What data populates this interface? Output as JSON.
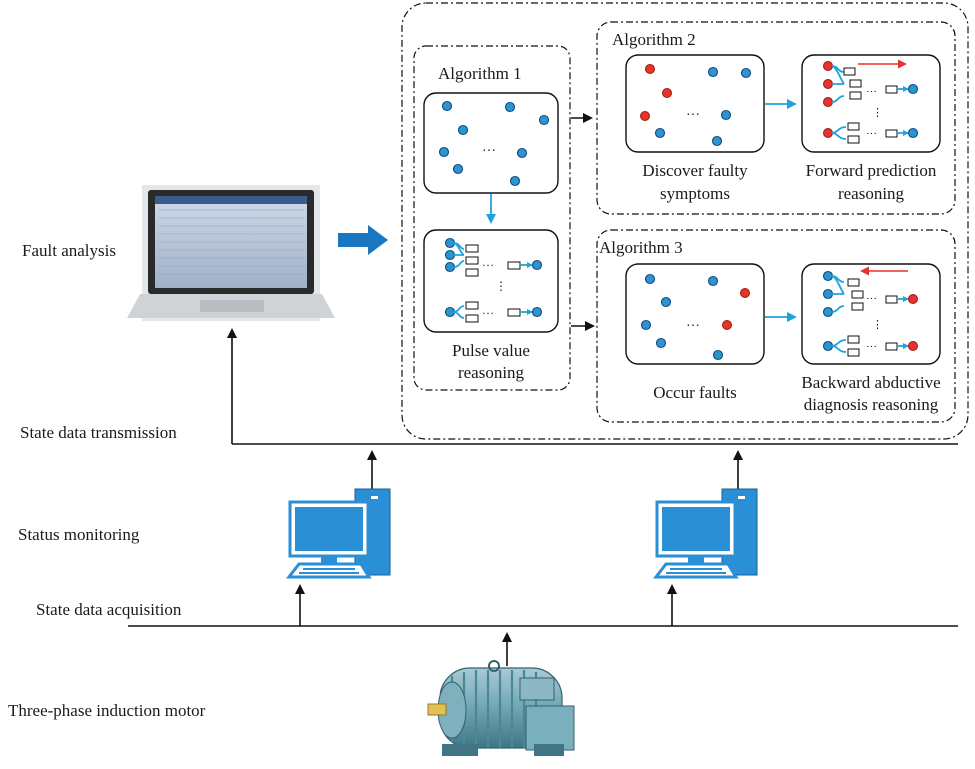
{
  "layers": {
    "fault_analysis": "Fault analysis",
    "state_data_transmission": "State data transmission",
    "status_monitoring": "Status monitoring",
    "state_data_acquisition": "State data acquisition",
    "motor": "Three-phase induction motor"
  },
  "algorithm1": {
    "title": "Algorithm 1",
    "caption_line1": "Pulse value",
    "caption_line2": "reasoning",
    "ellipsis": "···"
  },
  "algorithm2": {
    "title": "Algorithm 2",
    "left_caption_line1": "Discover faulty",
    "left_caption_line2": "symptoms",
    "right_caption_line1": "Forward prediction",
    "right_caption_line2": "reasoning",
    "ellipsis": "···"
  },
  "algorithm3": {
    "title": "Algorithm 3",
    "left_caption": "Occur faults",
    "right_caption_line1": "Backward abductive",
    "right_caption_line2": "diagnosis reasoning",
    "ellipsis": "···"
  },
  "colors": {
    "node_blue": "#2e93d1",
    "node_red": "#e8322c",
    "arrow_cyan": "#1fa3e0",
    "big_arrow": "#1a78c2",
    "computer_blue": "#2b8fd6",
    "motor_body": "#6fa6b4"
  },
  "icons": {
    "laptop": "laptop-icon",
    "computer": "desktop-computer-icon",
    "motor": "induction-motor-icon"
  }
}
